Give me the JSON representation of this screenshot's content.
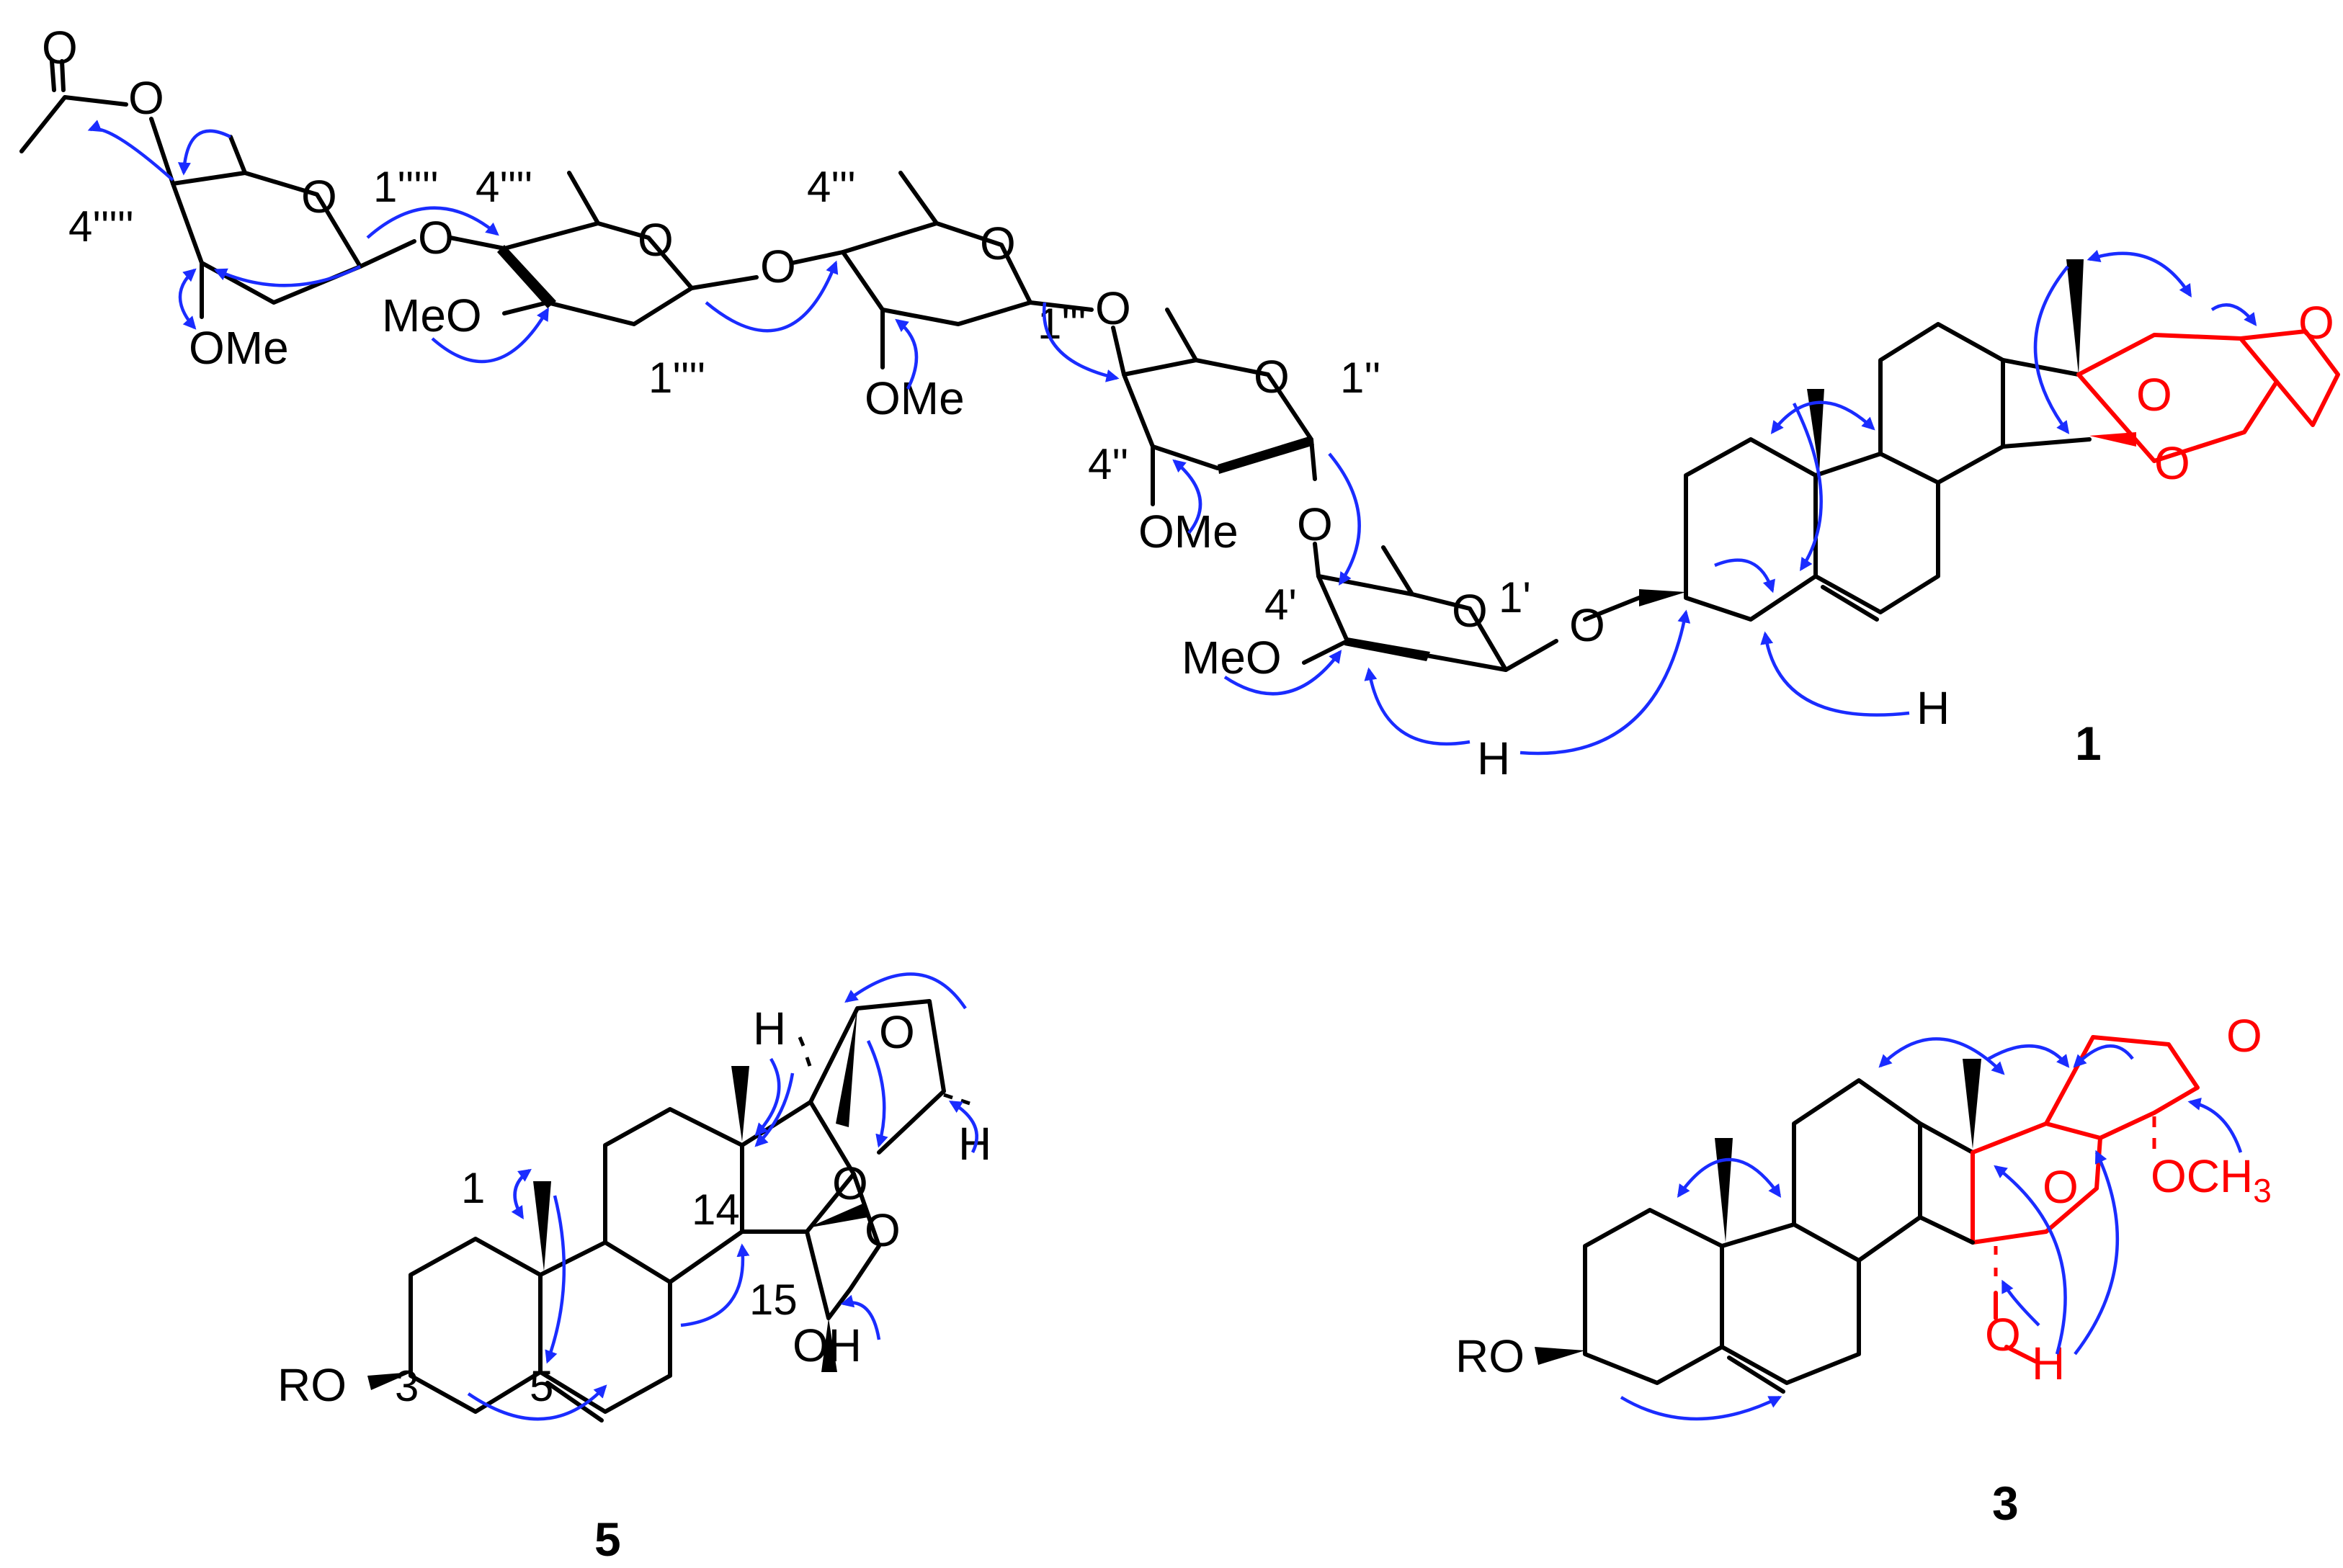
{
  "colors": {
    "bond": "#000000",
    "highlight": "#ff0000",
    "correlation_arrow": "#1a2cff"
  },
  "compounds": {
    "c1": {
      "label": "1"
    },
    "c3": {
      "label": "3"
    },
    "c5": {
      "label": "5"
    }
  },
  "c1_text": {
    "o_acetyl": "O",
    "o_ester": "O",
    "loc_4_sextuple": "4'''''",
    "o_ring_6": "O",
    "loc_1_sextuple": "1'''''",
    "ome_6": "OMe",
    "o_link_65": "O",
    "loc_4_quintuple": "4''''",
    "o_ring_5": "O",
    "meo_5": "MeO",
    "loc_1_quintuple": "1''''",
    "o_link_54": "O",
    "loc_4_quadruple": "4'''",
    "o_ring_4": "O",
    "ome_4": "OMe",
    "loc_1_quadruple": "1'''",
    "o_link_43": "O",
    "o_ring_3": "O",
    "loc_1_double": "1''",
    "loc_4_double": "4''",
    "ome_3": "OMe",
    "o_link_32": "O",
    "loc_4_prime": "4'",
    "o_ring_2": "O",
    "loc_1_prime": "1'",
    "meo_2": "MeO",
    "h_anomeric": "H",
    "o_link_aglycone": "O",
    "h_olefin": "H",
    "o_furan": "O",
    "o_bridge_a": "O",
    "o_bridge_b": "O"
  },
  "c5_text": {
    "ro": "RO",
    "loc_3": "3",
    "loc_5": "5",
    "loc_1": "1",
    "loc_14": "14",
    "loc_15": "15",
    "oh": "OH",
    "o_ring_a": "O",
    "o_ring_b": "O",
    "o_ring_c": "O",
    "h_left": "H",
    "h_right": "H"
  },
  "c3_text": {
    "ro": "RO",
    "o_ring_top": "O",
    "o_ring_mid": "O",
    "ome": "OCH",
    "ome_sub": "3",
    "o_hydroxyl": "O",
    "h_hydroxyl": "H"
  }
}
